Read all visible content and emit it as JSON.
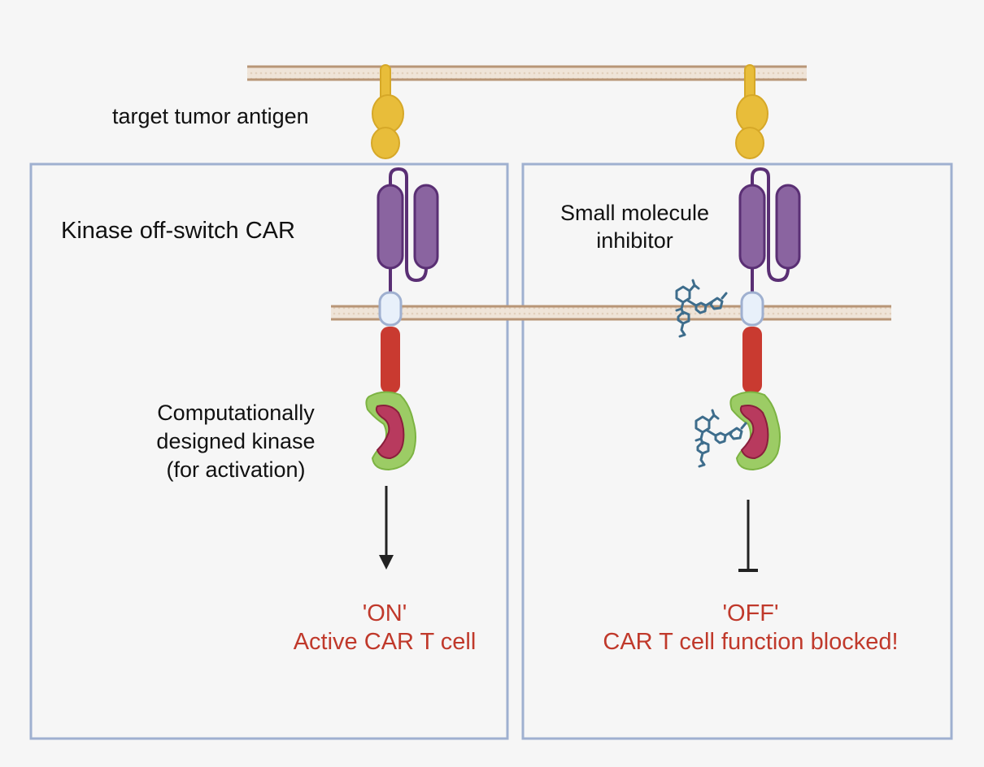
{
  "diagram": {
    "labels": {
      "antigen": "target tumor antigen",
      "car": "Kinase off-switch CAR",
      "inhibitor": [
        "Small molecule",
        "inhibitor"
      ],
      "kinase": [
        "Computationally",
        "designed kinase",
        "(for activation)"
      ]
    },
    "panels": [
      {
        "id": "on",
        "status_title": "'ON'",
        "status_text": "Active CAR T cell",
        "connector": "activation-arrow"
      },
      {
        "id": "off",
        "status_title": "'OFF'",
        "status_text": "CAR T cell function blocked!",
        "connector": "inhibition-bar"
      }
    ],
    "colors": {
      "background": "#f6f6f6",
      "panel_border": "#9fb0d0",
      "membrane_edge": "#b89677",
      "membrane_fill": "#efe4d8",
      "antigen": "#e8bd3a",
      "antigen_edge": "#d6a828",
      "scfv": "#8a64a0",
      "scfv_edge": "#5a2f74",
      "hinge": "#e8f0fa",
      "hinge_edge": "#9fb0d0",
      "signaling": "#c93a30",
      "kinase_outer": "#9ccc65",
      "kinase_inner": "#b83a5e",
      "inhibitor": "#3e6d8c",
      "status_text": "#c0392b"
    }
  }
}
